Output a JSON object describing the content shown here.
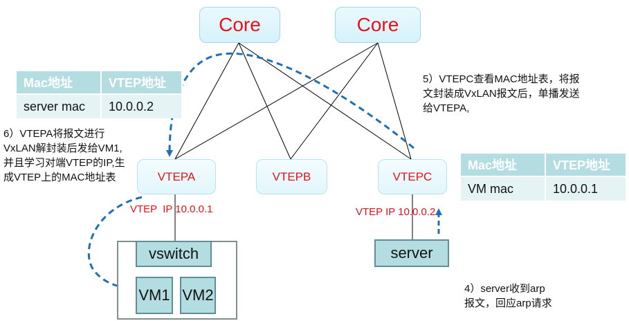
{
  "cores": [
    {
      "label": "Core"
    },
    {
      "label": "Core"
    }
  ],
  "vteps": [
    {
      "label": "VTEPA"
    },
    {
      "label": "VTEPB"
    },
    {
      "label": "VTEPC"
    }
  ],
  "vtep_a_ip": "VTEP  IP 10.0.0.1",
  "vtep_c_ip": "VTEP IP 10.0.0.2",
  "host": {
    "vswitch": "vswitch",
    "vm1": "VM1",
    "vm2": "VM2"
  },
  "server": "server",
  "table_left": {
    "headers": [
      "Mac地址",
      "VTEP地址"
    ],
    "row": [
      "server mac",
      "10.0.0.2"
    ]
  },
  "table_right": {
    "headers": [
      "Mac地址",
      "VTEP地址"
    ],
    "row": [
      "VM mac",
      "10.0.0.1"
    ]
  },
  "notes": {
    "step4": "4）server收到arp\n报文，回应arp请求",
    "step5": "5）VTEPC查看MAC地址表，将报\n文封装成VxLAN报文后，单播发送\n给VTEPA,",
    "step6": "6）VTEPA将报文进行\nVxLAN解封装后发给VM1,\n并且学习对端VTEP的IP,生\n成VTEP上的MAC地址表"
  },
  "colors": {
    "core_text": "#e8101a",
    "link_line": "#000000",
    "flow_arrow": "#1f6fb4",
    "table_header": "#b3dde1",
    "table_cell": "#e6f3f4",
    "device_fill": "#b3dde1"
  }
}
